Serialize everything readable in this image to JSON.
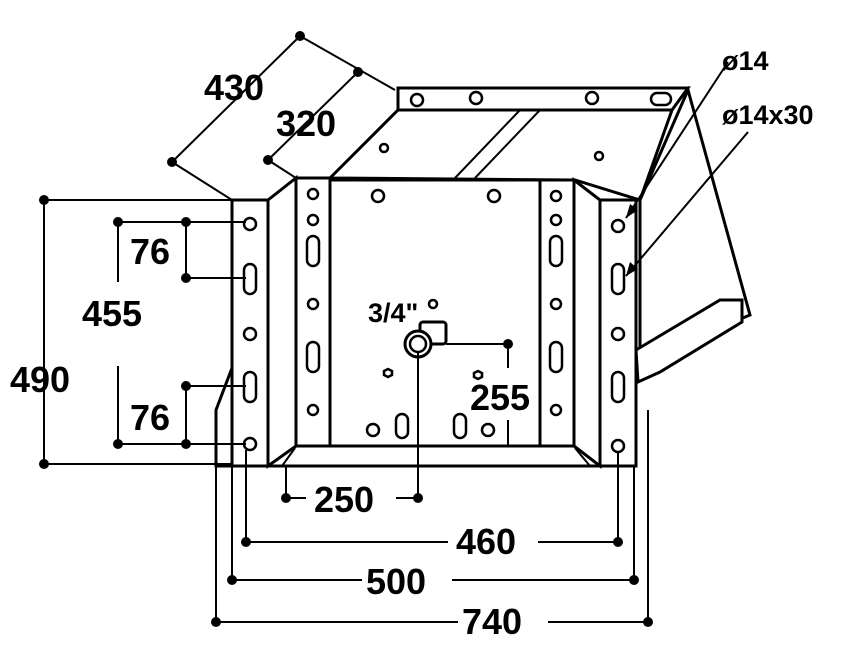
{
  "dimensions": {
    "d430": "430",
    "d320": "320",
    "d490": "490",
    "d455": "455",
    "d76_top": "76",
    "d76_bottom": "76",
    "d255": "255",
    "d250": "250",
    "d460": "460",
    "d500": "500",
    "d740": "740"
  },
  "callouts": {
    "hole_round": "ø14",
    "hole_slot": "ø14x30",
    "thread": "3/4\""
  }
}
